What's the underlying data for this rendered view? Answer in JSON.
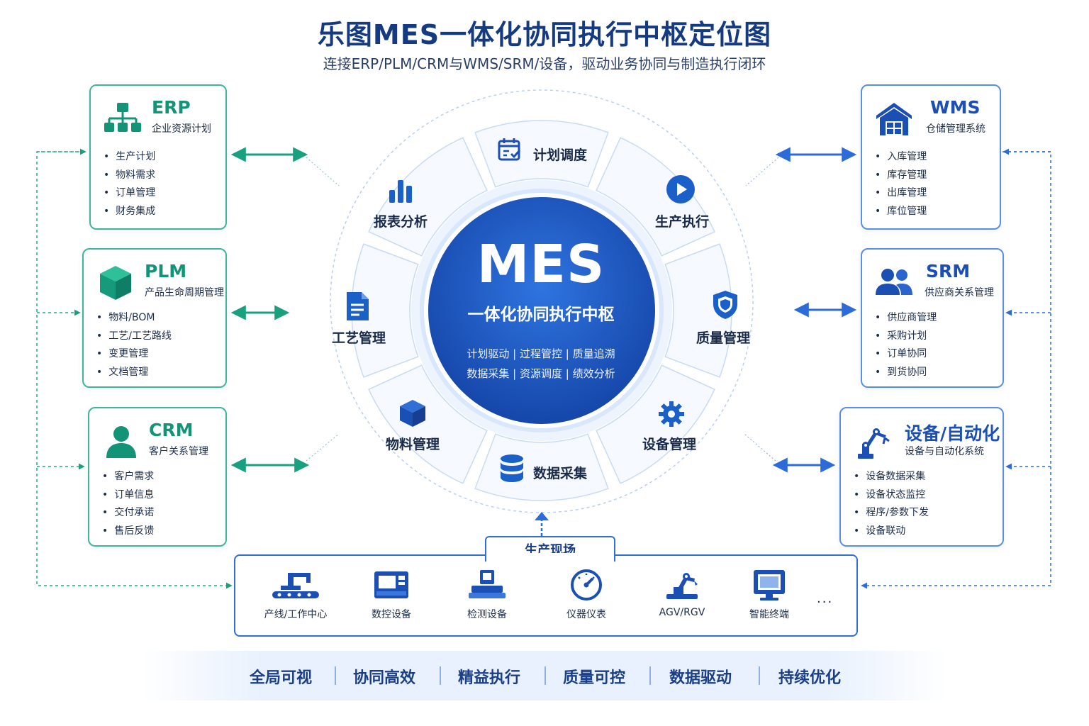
{
  "title": "乐图MES一体化协同执行中枢定位图",
  "subtitle": "连接ERP/PLM/CRM与WMS/SRM/设备，驱动业务协同与制造执行闭环",
  "hub": {
    "name": "MES",
    "subtitle": "一体化协同执行中枢",
    "line1": "计划驱动 | 过程管控 | 质量追溯",
    "line2": "数据采集 | 资源调度 | 绩效分析"
  },
  "modules": [
    {
      "label": "计划调度",
      "icon": "calendar-check-icon"
    },
    {
      "label": "生产执行",
      "icon": "play-icon"
    },
    {
      "label": "质量管理",
      "icon": "shield-icon"
    },
    {
      "label": "设备管理",
      "icon": "gear-icon"
    },
    {
      "label": "数据采集",
      "icon": "database-icon"
    },
    {
      "label": "物料管理",
      "icon": "cube-icon"
    },
    {
      "label": "工艺管理",
      "icon": "document-icon"
    },
    {
      "label": "报表分析",
      "icon": "bar-chart-icon"
    }
  ],
  "left_systems": [
    {
      "name": "ERP",
      "desc": "企业资源计划",
      "icon": "org-chart-icon",
      "items": [
        "生产计划",
        "物料需求",
        "订单管理",
        "财务集成"
      ]
    },
    {
      "name": "PLM",
      "desc": "产品生命周期管理",
      "icon": "cube-icon",
      "items": [
        "物料/BOM",
        "工艺/工艺路线",
        "变更管理",
        "文档管理"
      ]
    },
    {
      "name": "CRM",
      "desc": "客户关系管理",
      "icon": "user-icon",
      "items": [
        "客户需求",
        "订单信息",
        "交付承诺",
        "售后反馈"
      ]
    }
  ],
  "right_systems": [
    {
      "name": "WMS",
      "desc": "仓储管理系统",
      "icon": "warehouse-icon",
      "items": [
        "入库管理",
        "库存管理",
        "出库管理",
        "库位管理"
      ]
    },
    {
      "name": "SRM",
      "desc": "供应商关系管理",
      "icon": "users-icon",
      "items": [
        "供应商管理",
        "采购计划",
        "订单协同",
        "到货协同"
      ]
    },
    {
      "name": "设备/自动化",
      "desc": "设备与自动化系统",
      "icon": "robot-arm-icon",
      "items": [
        "设备数据采集",
        "设备状态监控",
        "程序/参数下发",
        "设备联动"
      ]
    }
  ],
  "shopfloor": {
    "title": "生产现场",
    "items": [
      {
        "label": "产线/工作中心",
        "icon": "production-line-icon"
      },
      {
        "label": "数控设备",
        "icon": "cnc-machine-icon"
      },
      {
        "label": "检测设备",
        "icon": "inspection-device-icon"
      },
      {
        "label": "仪器仪表",
        "icon": "gauge-icon"
      },
      {
        "label": "AGV/RGV",
        "icon": "agv-robot-icon"
      },
      {
        "label": "智能终端",
        "icon": "terminal-icon"
      }
    ],
    "more": "..."
  },
  "footer": [
    "全局可视",
    "协同高效",
    "精益执行",
    "质量可控",
    "数据驱动",
    "持续优化"
  ],
  "colors": {
    "green": "#139477",
    "blue": "#1b4fb4",
    "hub": "#1f5cc8",
    "title": "#143a82"
  }
}
